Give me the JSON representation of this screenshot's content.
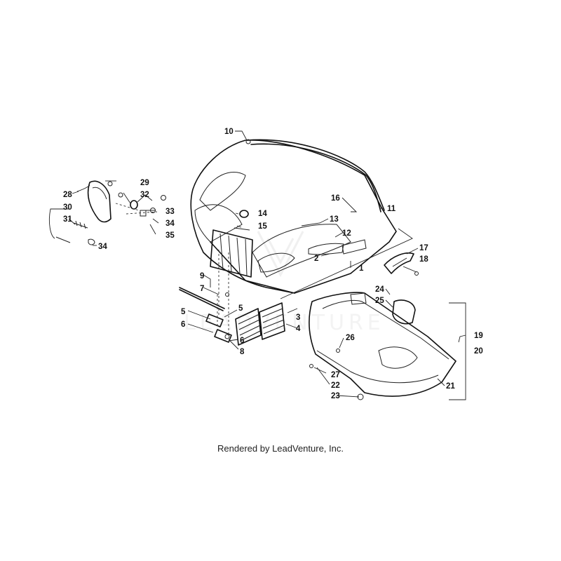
{
  "diagram": {
    "callouts": [
      "1",
      "2",
      "3",
      "4",
      "5",
      "5",
      "6",
      "6",
      "7",
      "8",
      "9",
      "10",
      "11",
      "12",
      "13",
      "14",
      "15",
      "16",
      "17",
      "18",
      "19",
      "20",
      "21",
      "22",
      "23",
      "24",
      "25",
      "26",
      "27",
      "28",
      "29",
      "30",
      "31",
      "32",
      "33",
      "34",
      "34",
      "35"
    ]
  },
  "watermark": "LEADVENTURE",
  "caption": "Rendered by LeadVenture, Inc."
}
